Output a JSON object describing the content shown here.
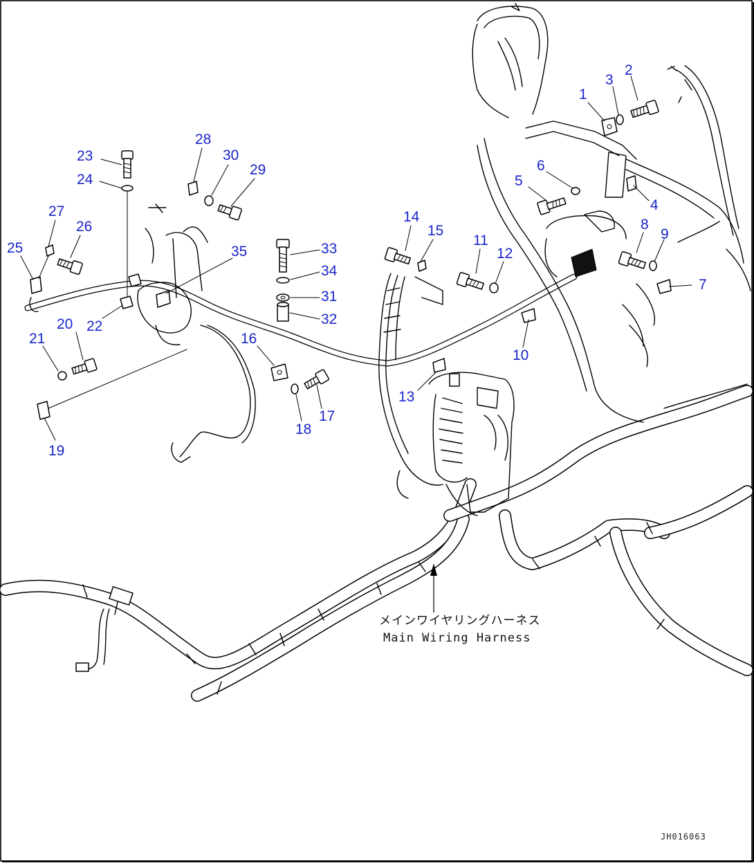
{
  "harness_label": {
    "jp": "メインワイヤリングハーネス",
    "en": "Main Wiring Harness"
  },
  "drawing_id": "JH016063",
  "callouts": [
    {
      "n": "1"
    },
    {
      "n": "2"
    },
    {
      "n": "3"
    },
    {
      "n": "4"
    },
    {
      "n": "5"
    },
    {
      "n": "6"
    },
    {
      "n": "7"
    },
    {
      "n": "8"
    },
    {
      "n": "9"
    },
    {
      "n": "10"
    },
    {
      "n": "11"
    },
    {
      "n": "12"
    },
    {
      "n": "13"
    },
    {
      "n": "14"
    },
    {
      "n": "15"
    },
    {
      "n": "16"
    },
    {
      "n": "17"
    },
    {
      "n": "18"
    },
    {
      "n": "19"
    },
    {
      "n": "20"
    },
    {
      "n": "21"
    },
    {
      "n": "22"
    },
    {
      "n": "23"
    },
    {
      "n": "24"
    },
    {
      "n": "25"
    },
    {
      "n": "26"
    },
    {
      "n": "27"
    },
    {
      "n": "28"
    },
    {
      "n": "29"
    },
    {
      "n": "30"
    },
    {
      "n": "31"
    },
    {
      "n": "32"
    },
    {
      "n": "33"
    },
    {
      "n": "34"
    },
    {
      "n": "35"
    }
  ],
  "colors": {
    "callout": "#1a24c8",
    "line": "#000000",
    "background": "#ffffff"
  }
}
